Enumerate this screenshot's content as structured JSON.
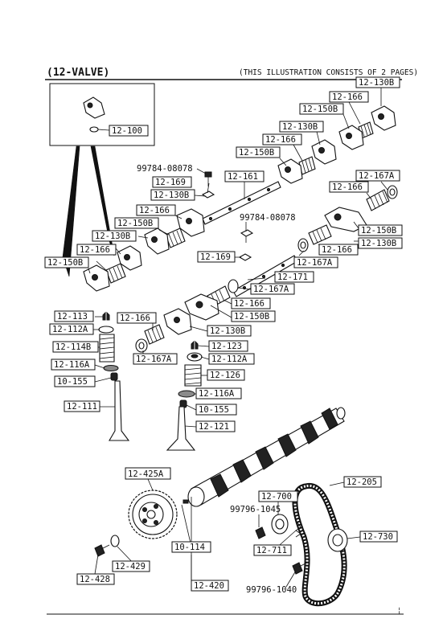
{
  "header": {
    "title": "(12-VALVE)",
    "note": "(THIS ILLUSTRATION CONSISTS OF  2 PAGES)",
    "page_marker": "¦"
  },
  "callouts": [
    {
      "id": "c01",
      "text": "12-130B"
    },
    {
      "id": "c02",
      "text": "12-166"
    },
    {
      "id": "c03",
      "text": "12-150B"
    },
    {
      "id": "c04",
      "text": "12-130B"
    },
    {
      "id": "c05",
      "text": "12-166"
    },
    {
      "id": "c06",
      "text": "12-150B"
    },
    {
      "id": "c07",
      "text": "12-100"
    },
    {
      "id": "c08",
      "text": "99784-08078"
    },
    {
      "id": "c09",
      "text": "12-169"
    },
    {
      "id": "c10",
      "text": "12-161"
    },
    {
      "id": "c11",
      "text": "12-130B"
    },
    {
      "id": "c12",
      "text": "12-166"
    },
    {
      "id": "c13",
      "text": "12-150B"
    },
    {
      "id": "c14",
      "text": "12-130B"
    },
    {
      "id": "c15",
      "text": "12-166"
    },
    {
      "id": "c16",
      "text": "12-150B"
    },
    {
      "id": "c17",
      "text": "12-167A"
    },
    {
      "id": "c18",
      "text": "12-166"
    },
    {
      "id": "c19",
      "text": "12-150B"
    },
    {
      "id": "c20",
      "text": "12-130B"
    },
    {
      "id": "c21",
      "text": "99784-08078"
    },
    {
      "id": "c22",
      "text": "12-166"
    },
    {
      "id": "c23",
      "text": "12-169"
    },
    {
      "id": "c24",
      "text": "12-167A"
    },
    {
      "id": "c25",
      "text": "12-171"
    },
    {
      "id": "c26",
      "text": "12-167A"
    },
    {
      "id": "c27",
      "text": "12-166"
    },
    {
      "id": "c28",
      "text": "12-150B"
    },
    {
      "id": "c29",
      "text": "12-113"
    },
    {
      "id": "c30",
      "text": "12-112A"
    },
    {
      "id": "c31",
      "text": "12-166"
    },
    {
      "id": "c32",
      "text": "12-130B"
    },
    {
      "id": "c33",
      "text": "12-114B"
    },
    {
      "id": "c34",
      "text": "12-123"
    },
    {
      "id": "c35",
      "text": "12-167A"
    },
    {
      "id": "c36",
      "text": "12-112A"
    },
    {
      "id": "c37",
      "text": "12-116A"
    },
    {
      "id": "c38",
      "text": "10-155"
    },
    {
      "id": "c39",
      "text": "12-126"
    },
    {
      "id": "c40",
      "text": "12-116A"
    },
    {
      "id": "c41",
      "text": "12-111"
    },
    {
      "id": "c42",
      "text": "10-155"
    },
    {
      "id": "c43",
      "text": "12-121"
    },
    {
      "id": "c44",
      "text": "12-425A"
    },
    {
      "id": "c45",
      "text": "12-205"
    },
    {
      "id": "c46",
      "text": "12-700"
    },
    {
      "id": "c47",
      "text": "99796-1045"
    },
    {
      "id": "c48",
      "text": "12-730"
    },
    {
      "id": "c49",
      "text": "12-711"
    },
    {
      "id": "c50",
      "text": "10-114"
    },
    {
      "id": "c51",
      "text": "12-429"
    },
    {
      "id": "c52",
      "text": "12-428"
    },
    {
      "id": "c53",
      "text": "12-420"
    },
    {
      "id": "c54",
      "text": "99796-1040"
    }
  ]
}
